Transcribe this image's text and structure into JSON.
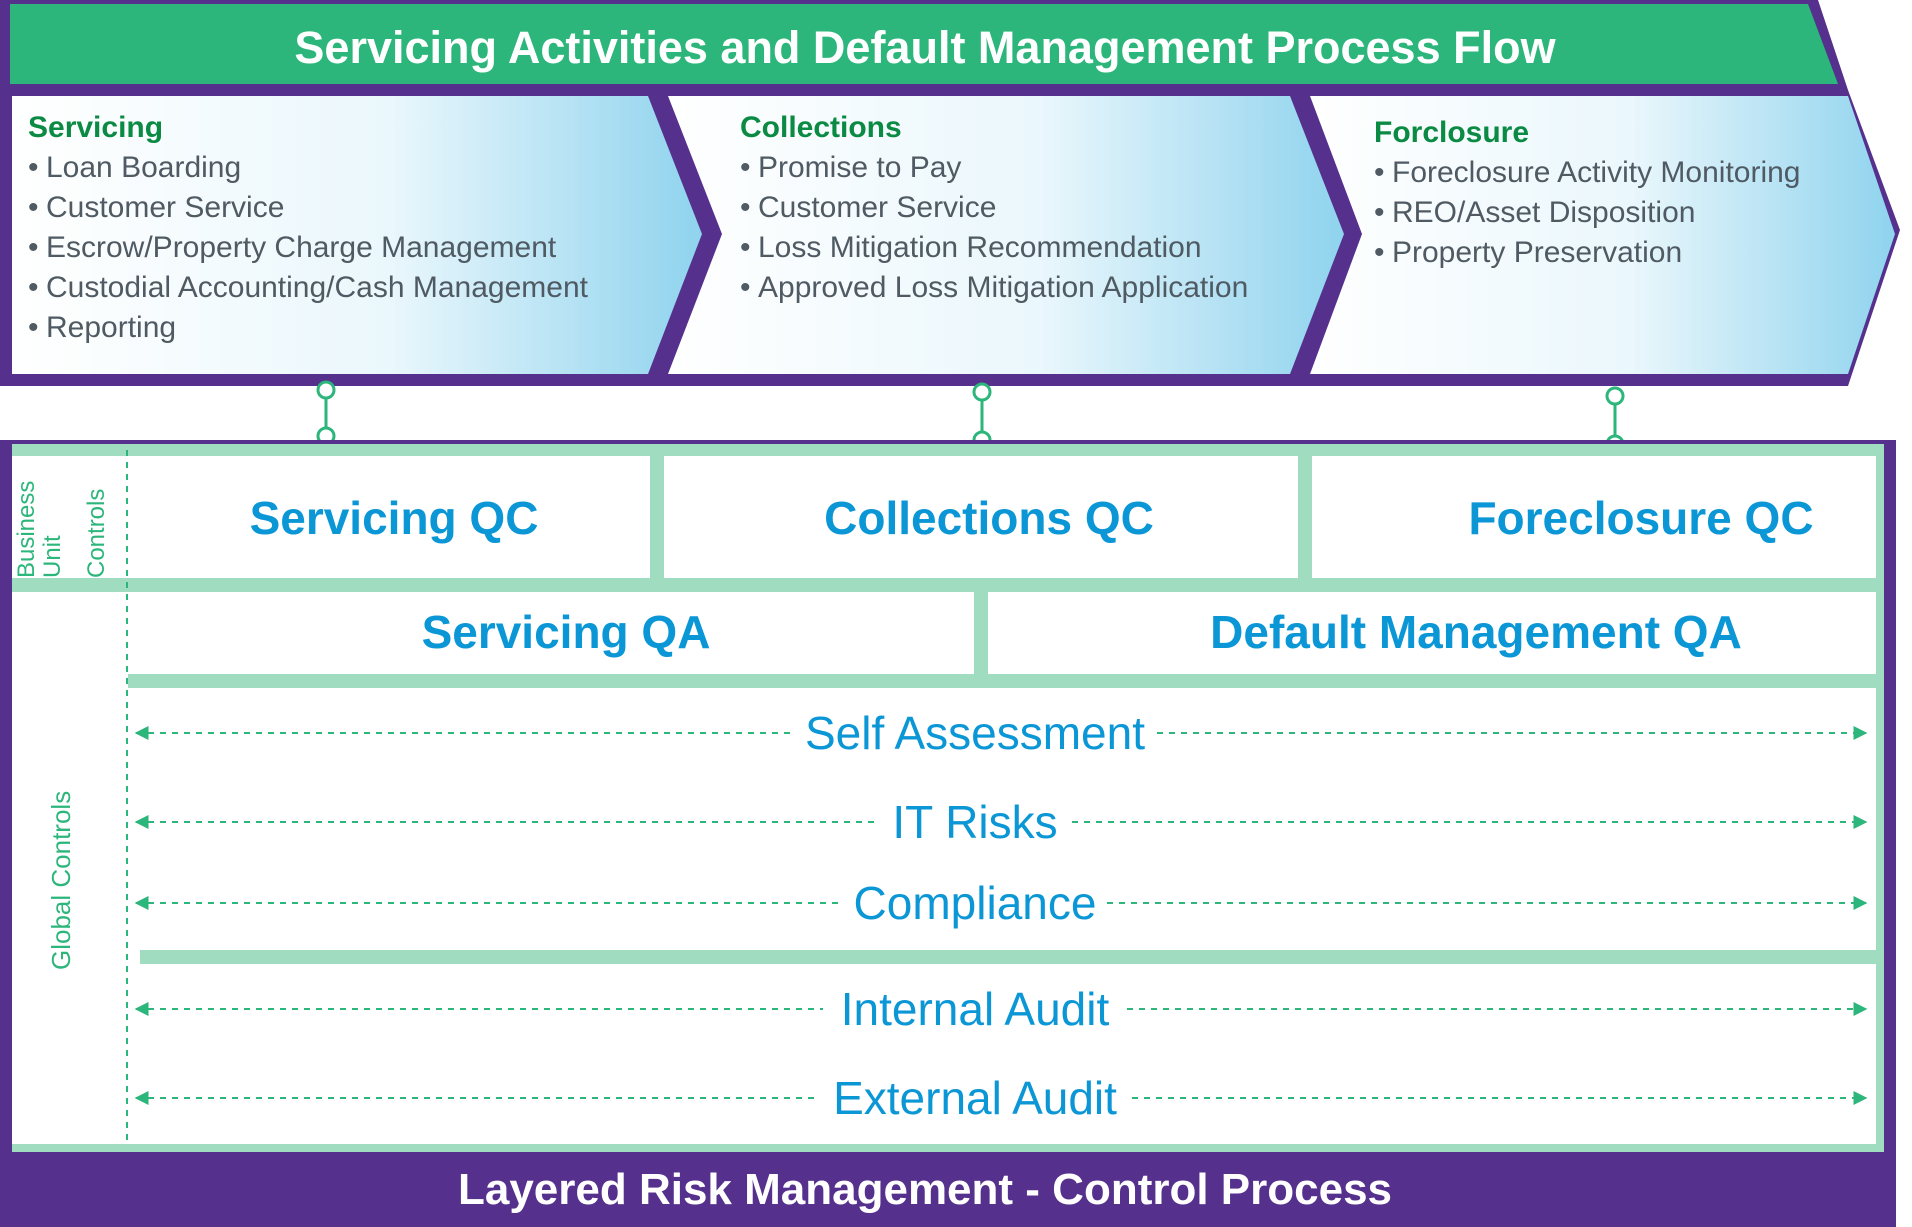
{
  "title": "Servicing Activities and Default Management Process Flow",
  "footer": "Layered Risk Management - Control Process",
  "colors": {
    "purple": "#55308d",
    "green": "#2cb67b",
    "mint": "#9fdcc0",
    "blue_text": "#0b96d6",
    "heading_green": "#0b8a44",
    "item_gray": "#4f5a63",
    "gradient_light": "#ffffff",
    "gradient_blue": "#8fd3ee"
  },
  "stages": [
    {
      "heading": "Servicing",
      "items": [
        "Loan Boarding",
        "Customer Service",
        "Escrow/Property Charge Management",
        "Custodial Accounting/Cash Management",
        "Reporting"
      ]
    },
    {
      "heading": "Collections",
      "items": [
        "Promise to Pay",
        "Customer Service",
        "Loss Mitigation Recommendation",
        "Approved Loss Mitigation Application"
      ]
    },
    {
      "heading": "Forclosure",
      "items": [
        "Foreclosure Activity Monitoring",
        "REO/Asset Disposition",
        "Property Preservation"
      ]
    }
  ],
  "side_labels": {
    "business_unit": [
      "Business",
      "Unit",
      "Controls"
    ],
    "global": "Global Controls"
  },
  "qc_boxes": [
    "Servicing QC",
    "Collections QC",
    "Foreclosure QC"
  ],
  "qa_boxes": [
    "Servicing QA",
    "Default Management QA"
  ],
  "global_controls": [
    "Self Assessment",
    "IT Risks",
    "Compliance",
    "Internal Audit",
    "External Audit"
  ],
  "bullet": "•"
}
